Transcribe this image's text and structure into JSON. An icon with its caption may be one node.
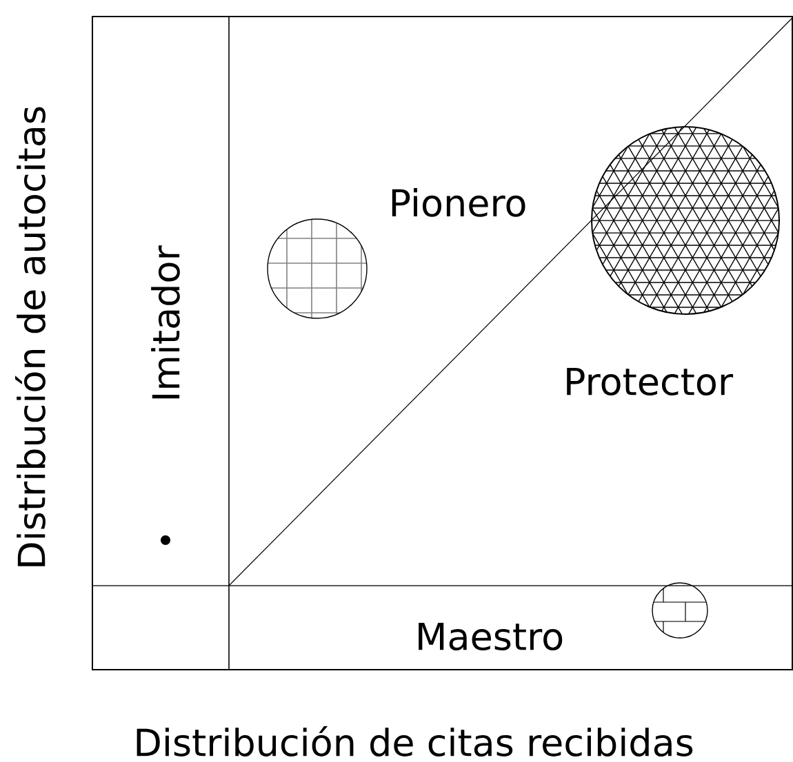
{
  "diagram": {
    "labels": [
      "Distribución de autocitas",
      "Imitador",
      "Pionero",
      "Protector",
      "Maestro",
      "Distribución de citas recibidas"
    ]
  }
}
